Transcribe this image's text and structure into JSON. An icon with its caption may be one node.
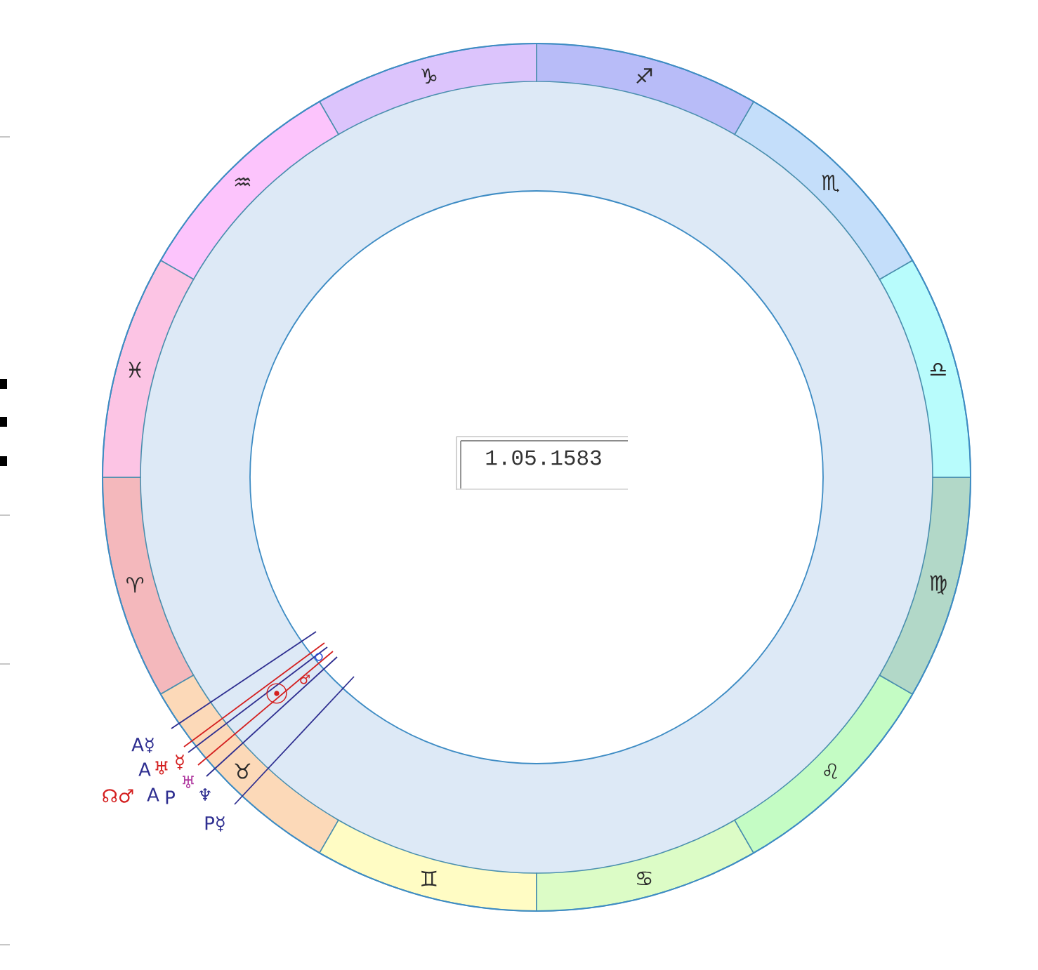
{
  "diagram": {
    "nodes": [
      {
        "text": [
          "♈"
        ]
      },
      {
        "text": [
          "♉"
        ]
      },
      {
        "text": [
          "♊"
        ]
      },
      {
        "text": [
          "♋"
        ]
      },
      {
        "text": [
          "♌"
        ]
      },
      {
        "text": [
          "♍"
        ]
      },
      {
        "text": [
          "♎"
        ]
      },
      {
        "text": [
          "♏"
        ]
      },
      {
        "text": [
          "♐"
        ]
      },
      {
        "text": [
          "♑"
        ]
      },
      {
        "text": [
          "♒"
        ]
      },
      {
        "text": [
          "♓"
        ]
      },
      {
        "text": [
          "1.05.1583"
        ]
      }
    ],
    "labels": [
      "☉",
      "♂",
      "A☿",
      "A",
      "♅",
      "☿",
      "☊♂",
      "A",
      "P",
      "♅",
      "♆",
      "P☿"
    ]
  }
}
